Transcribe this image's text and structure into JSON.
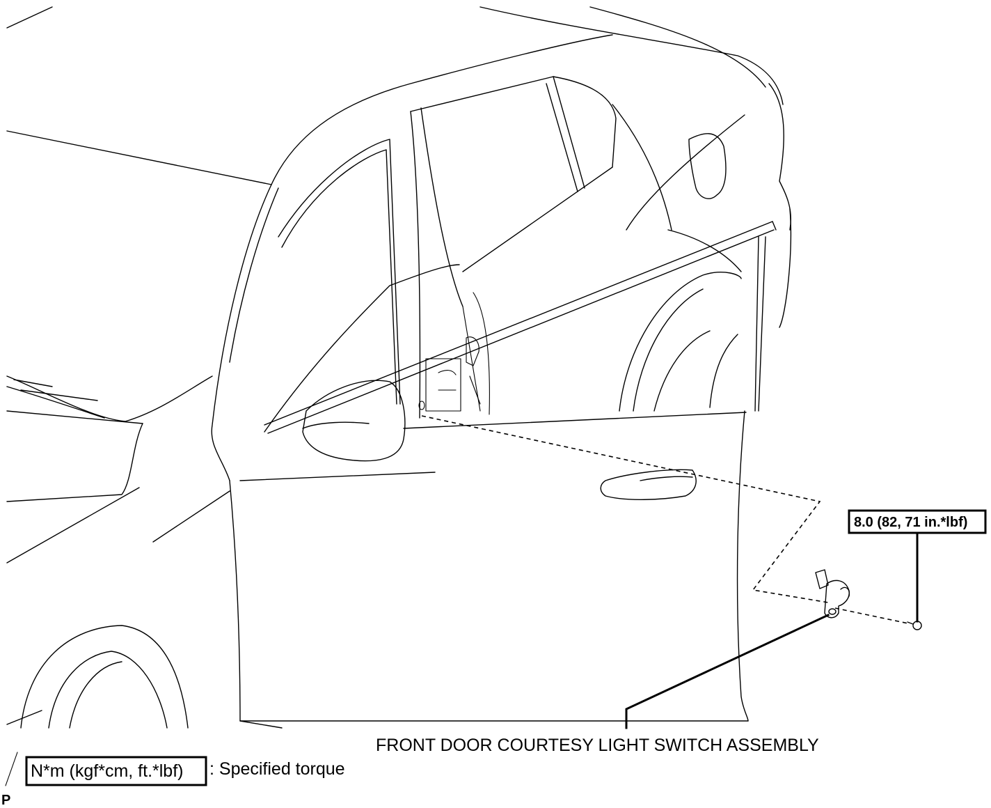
{
  "callout": {
    "part_label": "FRONT DOOR COURTESY LIGHT SWITCH ASSEMBLY",
    "torque_value": "8.0 (82, 71 in.*lbf)"
  },
  "legend": {
    "unit_box": "N*m (kgf*cm, ft.*lbf)",
    "description": ": Specified torque"
  },
  "figure_code": "P"
}
